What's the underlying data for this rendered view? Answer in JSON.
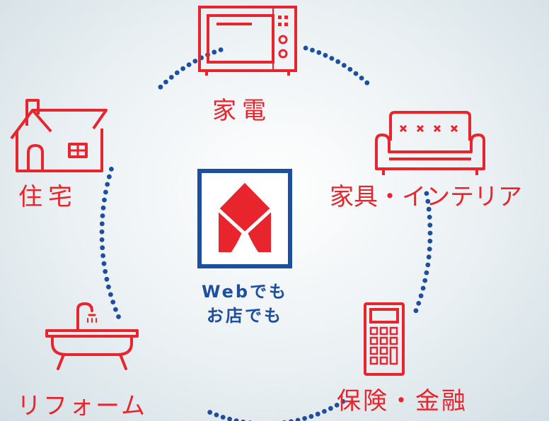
{
  "colors": {
    "accent_red": "#e8242c",
    "accent_blue": "#1d4fa0",
    "background": "#e3ebef"
  },
  "center": {
    "caption_line1": "Webでも",
    "caption_line2": "お店でも",
    "logo_icon": "yamada-house-logo-icon"
  },
  "categories": [
    {
      "id": "appliances",
      "label": "家電",
      "icon": "microwave-icon"
    },
    {
      "id": "furniture",
      "label": "家具・インテリア",
      "icon": "sofa-icon"
    },
    {
      "id": "finance",
      "label": "保険・金融",
      "icon": "calculator-icon"
    },
    {
      "id": "renovation",
      "label": "リフォーム",
      "icon": "bathtub-icon"
    },
    {
      "id": "housing",
      "label": "住宅",
      "icon": "house-icon"
    }
  ]
}
